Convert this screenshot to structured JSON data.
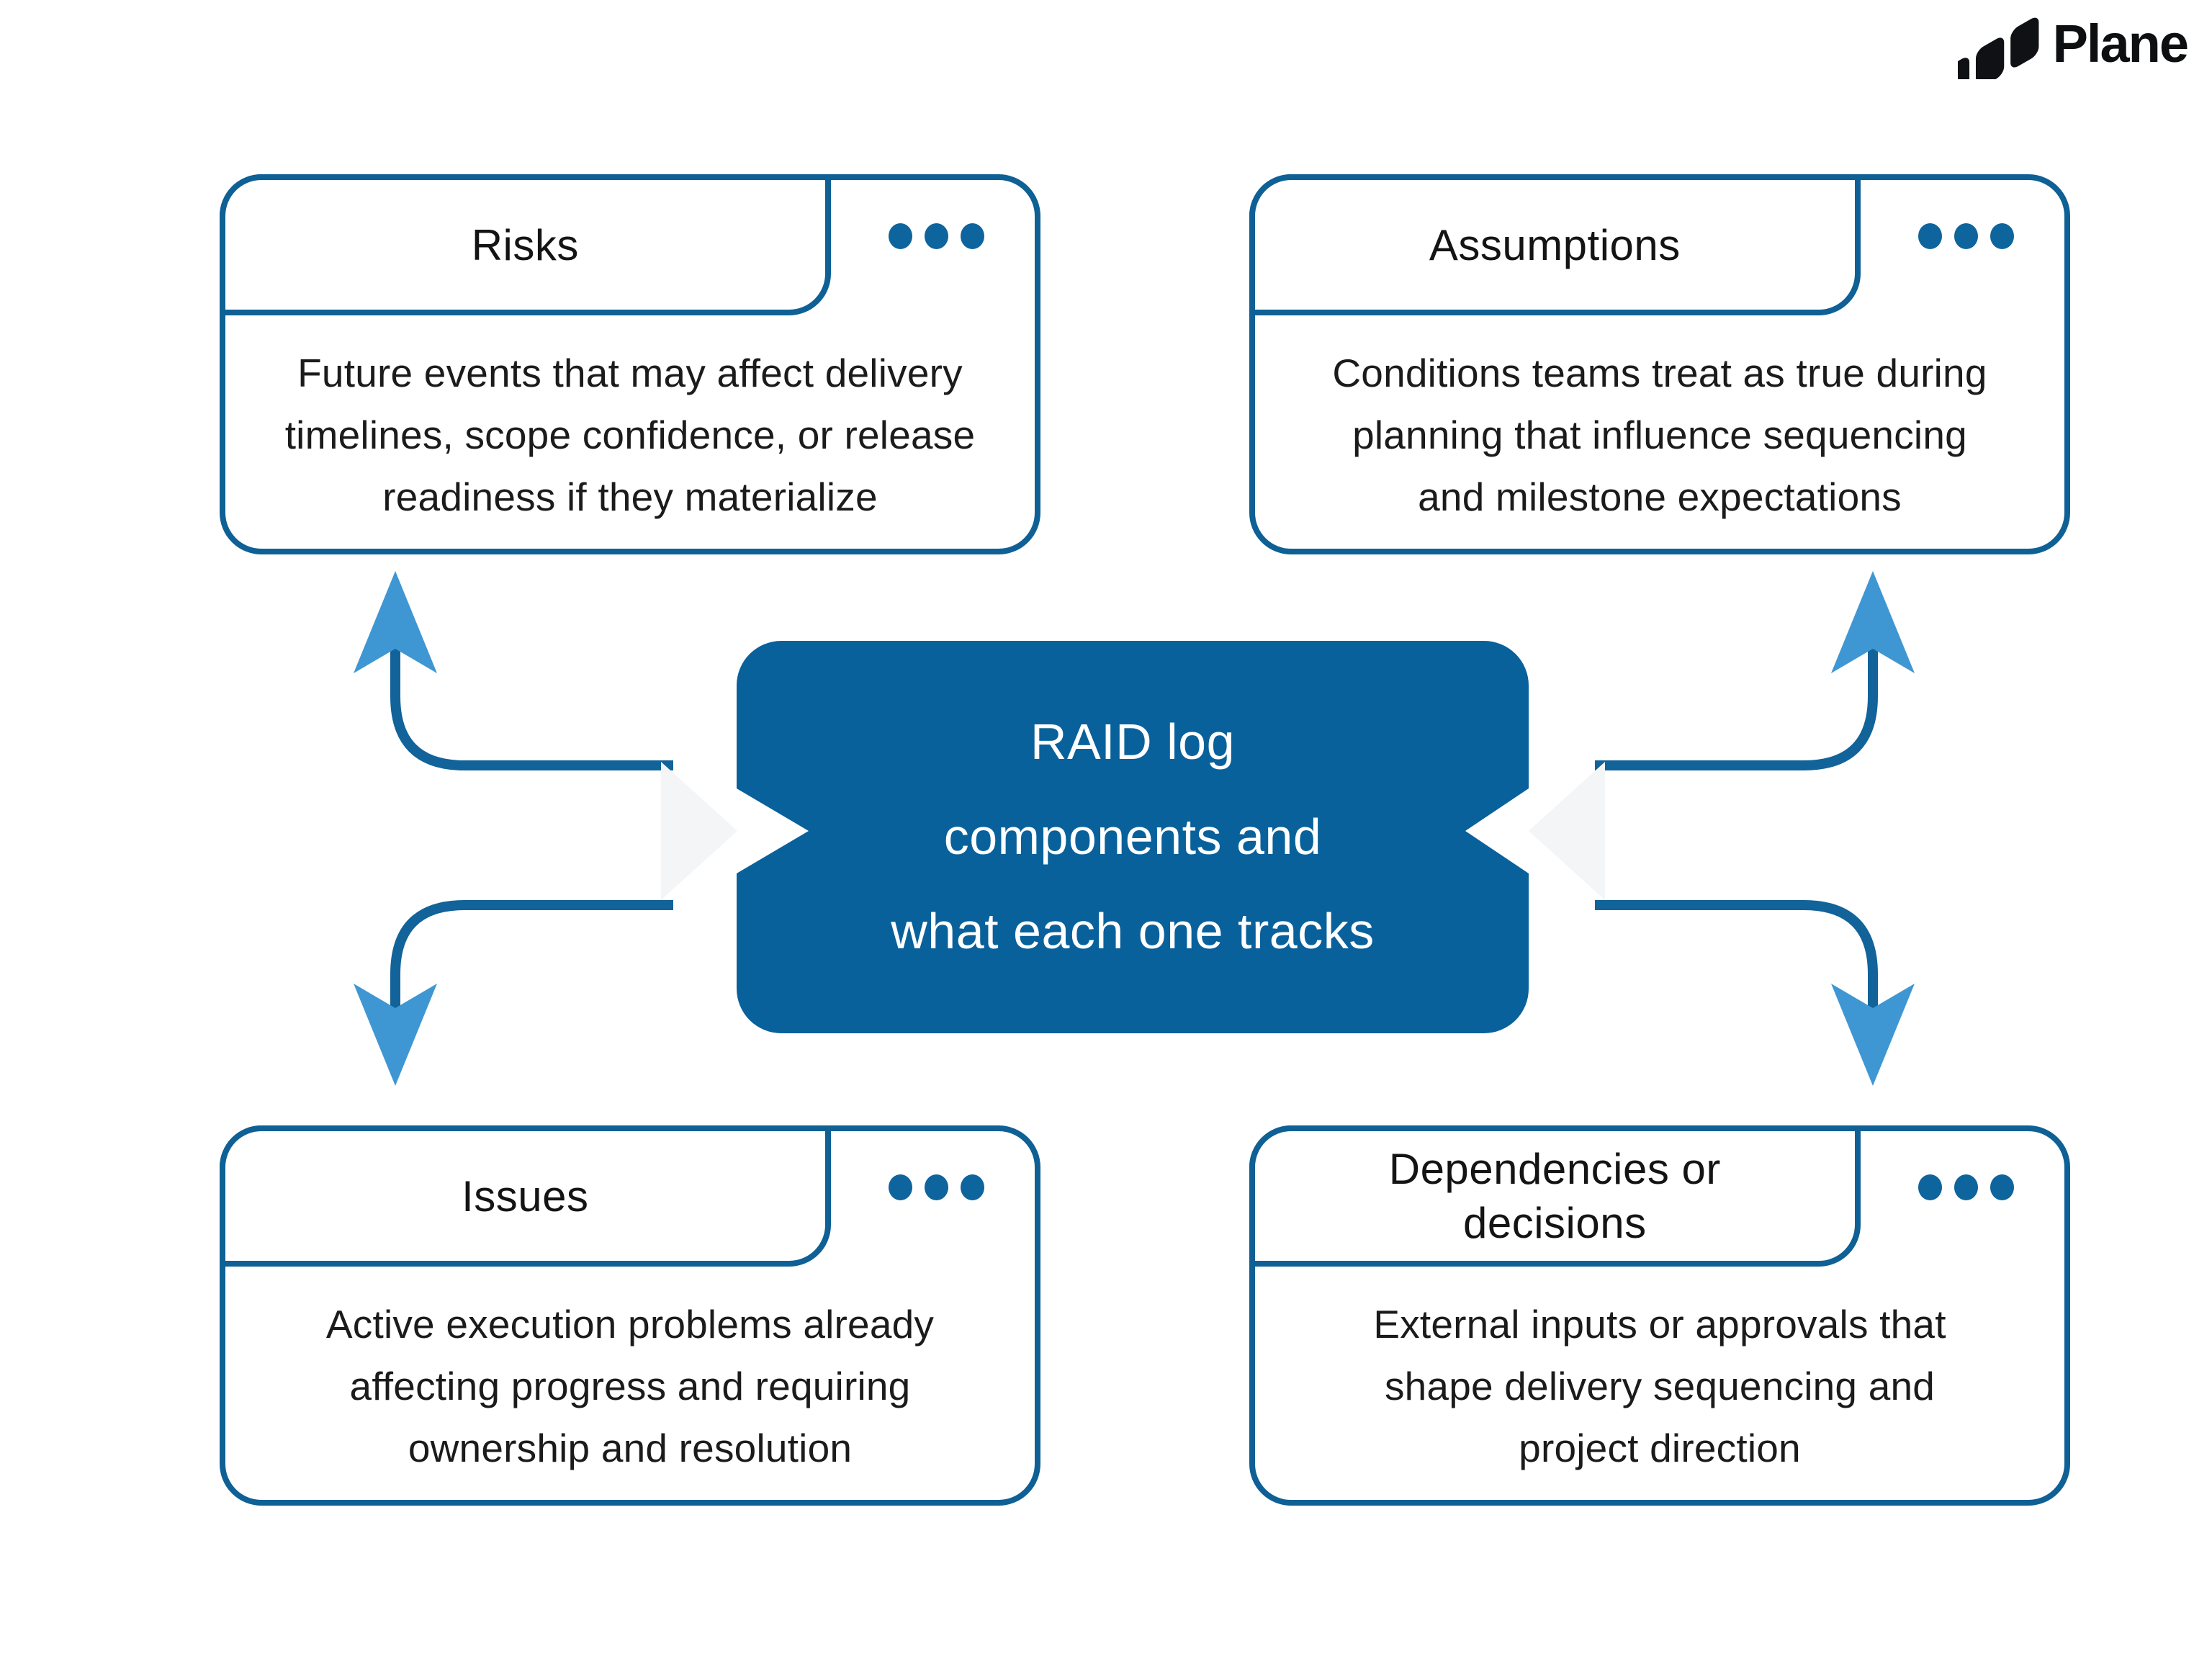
{
  "logo": {
    "brand": "Plane",
    "mark_icon": "plane-logo-mark"
  },
  "center": {
    "lines": [
      "RAID log",
      "components and",
      "what each one tracks"
    ]
  },
  "cards": [
    {
      "id": "risks",
      "title_lines": [
        "Risks"
      ],
      "body_lines": [
        "Future events that may affect delivery",
        "timelines, scope confidence, or release",
        "readiness if they materialize"
      ],
      "menu_icon": "ellipsis-icon"
    },
    {
      "id": "assumptions",
      "title_lines": [
        "Assumptions"
      ],
      "body_lines": [
        "Conditions teams treat as true during",
        "planning that influence sequencing",
        "and milestone expectations"
      ],
      "menu_icon": "ellipsis-icon"
    },
    {
      "id": "issues",
      "title_lines": [
        "Issues"
      ],
      "body_lines": [
        "Active execution problems already",
        "affecting progress and requiring",
        "ownership and resolution"
      ],
      "menu_icon": "ellipsis-icon"
    },
    {
      "id": "dependencies",
      "title_lines": [
        "Dependencies or",
        "decisions"
      ],
      "body_lines": [
        "External inputs or approvals that",
        "shape delivery sequencing and",
        "project direction"
      ],
      "menu_icon": "ellipsis-icon"
    }
  ],
  "colors": {
    "line": "#0e6095",
    "dot": "#0e649c",
    "arrow_shaft": "#11639a",
    "arrow_head": "#3e97d3",
    "center_fill": "#09619b",
    "center_text": "#ffffff",
    "title_text": "#141414",
    "body_text": "#1b1b1b",
    "brand_text": "#0e0f11",
    "background": "#ffffff"
  }
}
